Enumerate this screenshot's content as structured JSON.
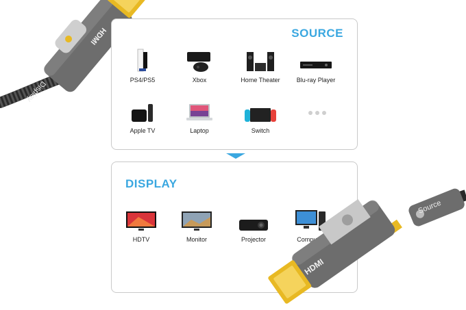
{
  "source": {
    "title": "SOURCE",
    "devices": [
      {
        "label": "PS4/PS5",
        "icon": "game-console-icon"
      },
      {
        "label": "Xbox",
        "icon": "xbox-console-icon"
      },
      {
        "label": "Home Theater",
        "icon": "home-theater-icon"
      },
      {
        "label": "Blu-ray Player",
        "icon": "bluray-player-icon"
      },
      {
        "label": "Apple TV",
        "icon": "apple-tv-icon"
      },
      {
        "label": "Laptop",
        "icon": "laptop-icon"
      },
      {
        "label": "Switch",
        "icon": "switch-console-icon"
      }
    ]
  },
  "display": {
    "title": "DISPLAY",
    "devices": [
      {
        "label": "HDTV",
        "icon": "hdtv-icon"
      },
      {
        "label": "Monitor",
        "icon": "monitor-icon"
      },
      {
        "label": "Projector",
        "icon": "projector-icon"
      },
      {
        "label": "Computer",
        "icon": "computer-icon"
      }
    ]
  },
  "cable": {
    "left_connector_text": "Display",
    "right_connector_text": "Source",
    "brand_text": "HDMI"
  },
  "colors": {
    "accent": "#3aa7e0",
    "gold": "#e8b923",
    "metal": "#6d6d6d"
  }
}
